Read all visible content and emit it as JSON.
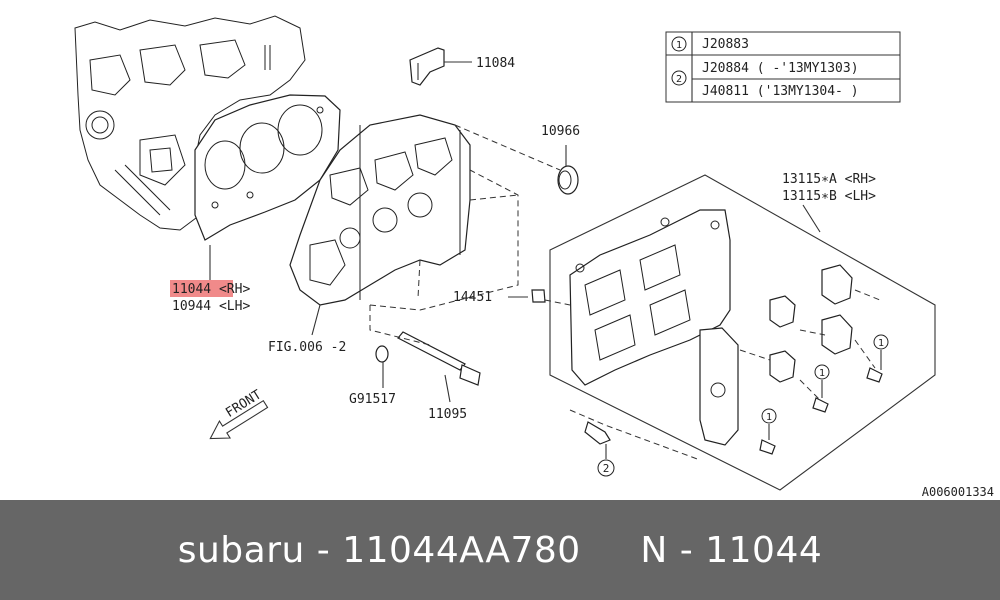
{
  "diagram": {
    "callouts": [
      {
        "id": "11084",
        "text": "11084"
      },
      {
        "id": "10966",
        "text": "10966"
      },
      {
        "id": "13115a",
        "text": "13115∗A <RH>"
      },
      {
        "id": "13115b",
        "text": "13115∗B <LH>"
      },
      {
        "id": "11044",
        "text": "11044 <RH>"
      },
      {
        "id": "10944",
        "text": "10944 <LH>"
      },
      {
        "id": "14451",
        "text": "14451"
      },
      {
        "id": "fig006",
        "text": "FIG.006 -2"
      },
      {
        "id": "g91517",
        "text": "G91517"
      },
      {
        "id": "11095",
        "text": "11095"
      }
    ],
    "front_label": "FRONT",
    "highlight_color": "#f08a8a",
    "legend": {
      "rows": [
        {
          "marker": "1",
          "parts": [
            "J20883"
          ]
        },
        {
          "marker": "2",
          "parts": [
            "J20884 ( -'13MY1303)",
            "J40811 ('13MY1304- )"
          ]
        }
      ]
    },
    "figure_code": "A006001334"
  },
  "footer": {
    "text": "subaru - 11044AA780     N - 11044",
    "background": "#666666",
    "text_color": "#ffffff"
  }
}
